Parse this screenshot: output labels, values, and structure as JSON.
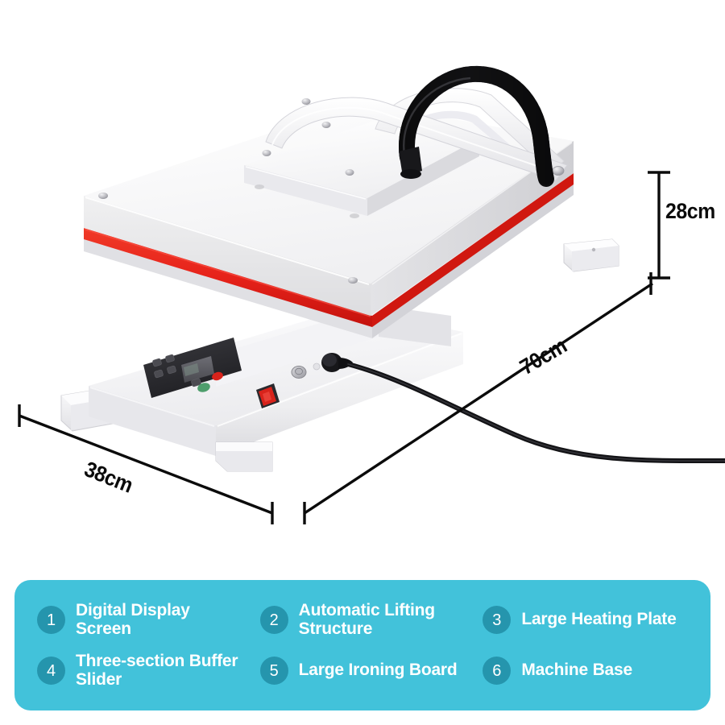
{
  "product": {
    "name": "heat-press-machine",
    "colors": {
      "body_white": "#f4f4f5",
      "accent_red": "#e8251c",
      "hose_black": "#1a1a1a",
      "panel_dark": "#2b2b2e",
      "teal_panel": "#42c2da",
      "badge_teal": "#2595ad",
      "dimension_line": "#0b0b0b"
    }
  },
  "dimensions": {
    "height": {
      "value": "28cm",
      "axis": "height",
      "orientation": "vertical"
    },
    "depth": {
      "value": "70cm",
      "axis": "depth",
      "orientation": "diagonal-right"
    },
    "width": {
      "value": "38cm",
      "axis": "width",
      "orientation": "diagonal-left"
    }
  },
  "legend": {
    "items": [
      {
        "number": "1",
        "label": "Digital Display Screen"
      },
      {
        "number": "2",
        "label": "Automatic Lifting Structure"
      },
      {
        "number": "3",
        "label": "Large Heating Plate"
      },
      {
        "number": "4",
        "label": "Three-section Buffer Slider"
      },
      {
        "number": "5",
        "label": "Large Ironing Board"
      },
      {
        "number": "6",
        "label": "Machine Base"
      }
    ]
  },
  "control_panel": {
    "display": "lcd-screen",
    "buttons": [
      "icon-button",
      "icon-button",
      "icon-button",
      "red-button",
      "green-button"
    ],
    "power_switch": "red-rocker-switch",
    "knob": "metal-knob",
    "cable": "power-cable"
  }
}
